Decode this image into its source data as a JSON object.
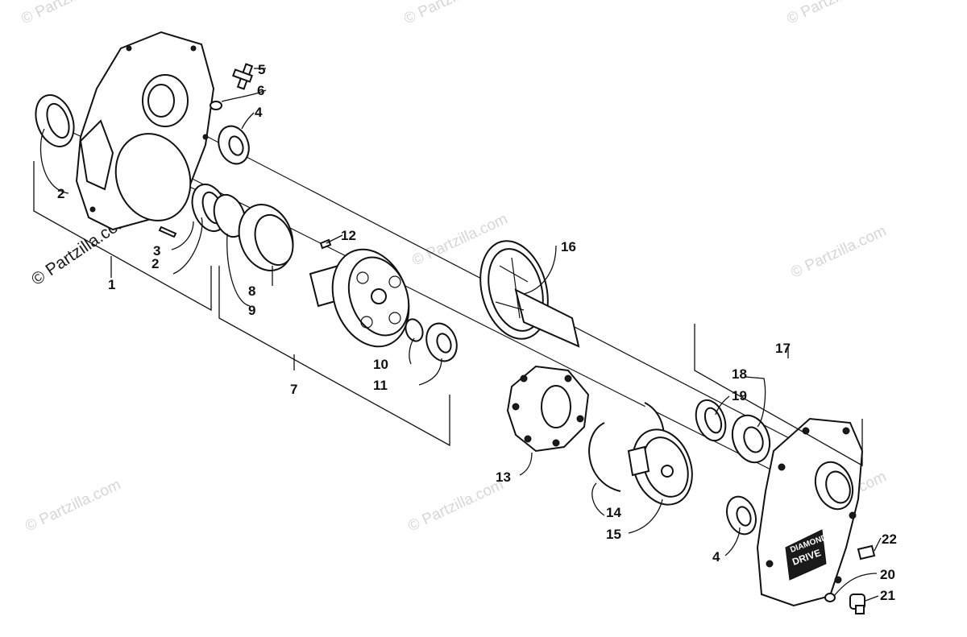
{
  "diagram": {
    "callouts": [
      "1",
      "2",
      "2",
      "3",
      "4",
      "4",
      "5",
      "6",
      "7",
      "8",
      "9",
      "10",
      "11",
      "12",
      "13",
      "14",
      "15",
      "16",
      "17",
      "18",
      "19",
      "20",
      "21",
      "22"
    ],
    "plate_text": [
      "DIAMOND",
      "DRIVE"
    ]
  },
  "watermarks": {
    "side": "© Partzilla.com",
    "faint": "© Partzilla.com"
  }
}
